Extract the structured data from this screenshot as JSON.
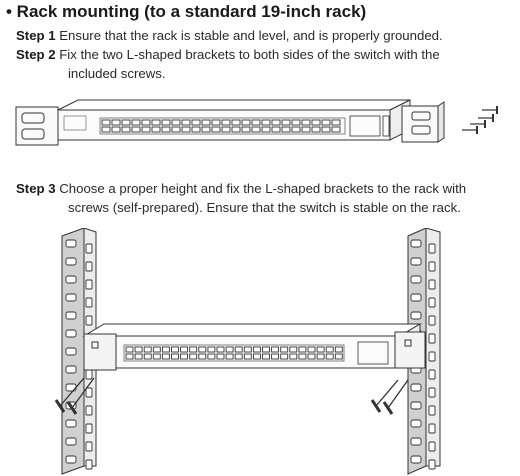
{
  "heading": "• Rack mounting (to a standard 19-inch rack)",
  "steps": [
    {
      "label": "Step 1",
      "text": "Ensure that the rack is stable and level, and is properly grounded.",
      "cont": ""
    },
    {
      "label": "Step 2",
      "text": "Fix the two L-shaped brackets to both sides of the switch with the",
      "cont": "included screws."
    },
    {
      "label": "Step 3",
      "text": "Choose a proper height and fix the L-shaped brackets to the rack with",
      "cont": "screws (self-prepared). Ensure that the switch is stable on the rack."
    }
  ],
  "colors": {
    "line": "#333333",
    "rack": "#c8c8c8",
    "panel": "#f7f7f7"
  }
}
